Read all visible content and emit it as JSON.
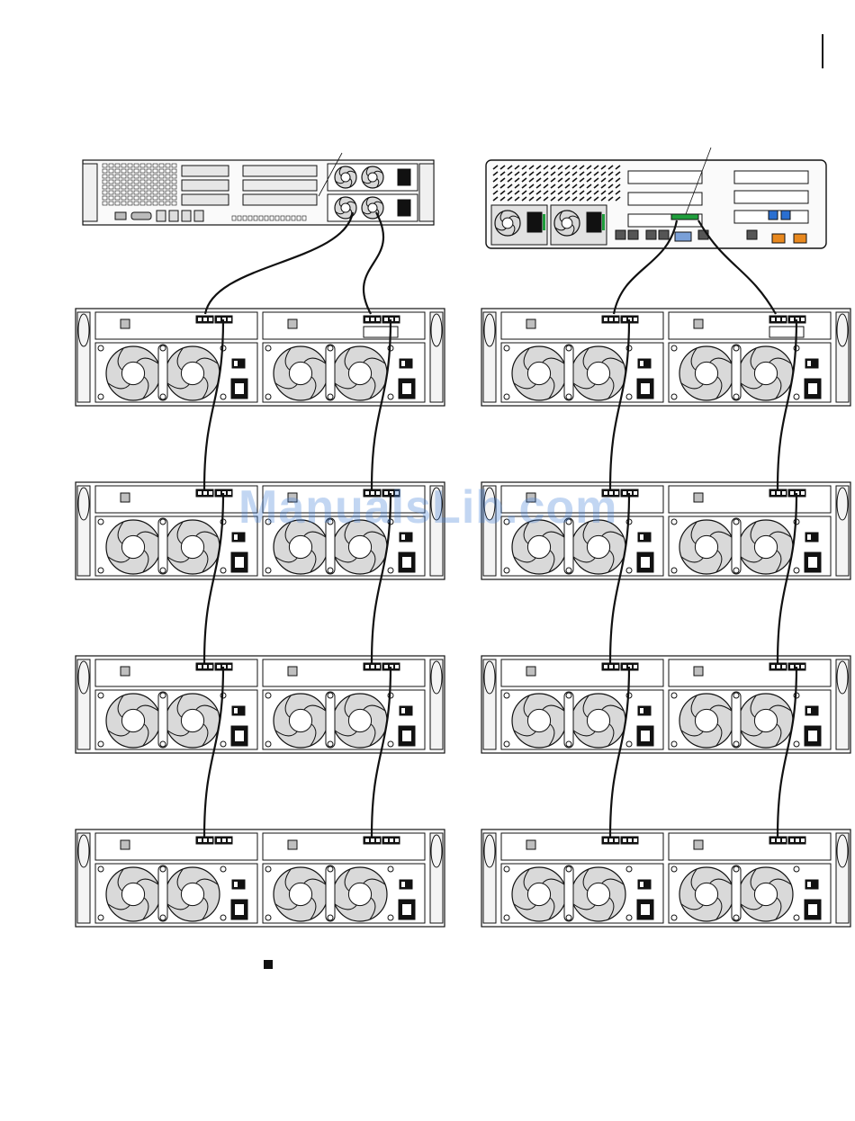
{
  "watermark": "ManualsLib.com",
  "diagram": {
    "enclosure_stacks": [
      {
        "side": "left",
        "head": "server-2u",
        "enclosures": 4
      },
      {
        "side": "right",
        "head": "server-1",
        "enclosures": 4
      }
    ],
    "cable_color": "#111111",
    "connector_highlight": "#1f9e3c",
    "port_accents": [
      "#e8881e",
      "#2a6fd1"
    ]
  }
}
